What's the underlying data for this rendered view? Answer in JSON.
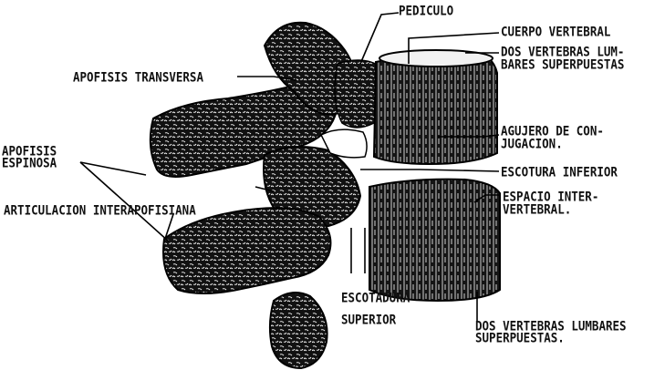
{
  "labels": {
    "pediculo": "PEDICULO",
    "cuerpo_vertebral": "CUERPO VERTEBRAL",
    "dos_vertebras_top_1": "DOS VERTEBRAS LUM-",
    "dos_vertebras_top_2": "BARES SUPERPUESTAS",
    "apofisis_transversa": "APOFISIS TRANSVERSA",
    "agujero_1": "AGUJERO DE CON-",
    "agujero_2": "JUGACION.",
    "apofisis_espinosa_1": "APOFISIS",
    "apofisis_espinosa_2": "ESPINOSA",
    "escotura_inferior": "ESCOTURA INFERIOR",
    "articulacion": "ARTICULACION INTERAPOFISIANA",
    "espacio_1": "ESPACIO INTER-",
    "espacio_2": "VERTEBRAL.",
    "escotadura_1": "ESCOTADURA",
    "escotadura_2": "SUPERIOR",
    "dos_vertebras_bottom_1": "DOS VERTEBRAS LUMBARES",
    "dos_vertebras_bottom_2": "SUPERPUESTAS."
  },
  "colors": {
    "ink": "#111111",
    "bone": "#1a1a1a",
    "paper": "#ffffff"
  }
}
